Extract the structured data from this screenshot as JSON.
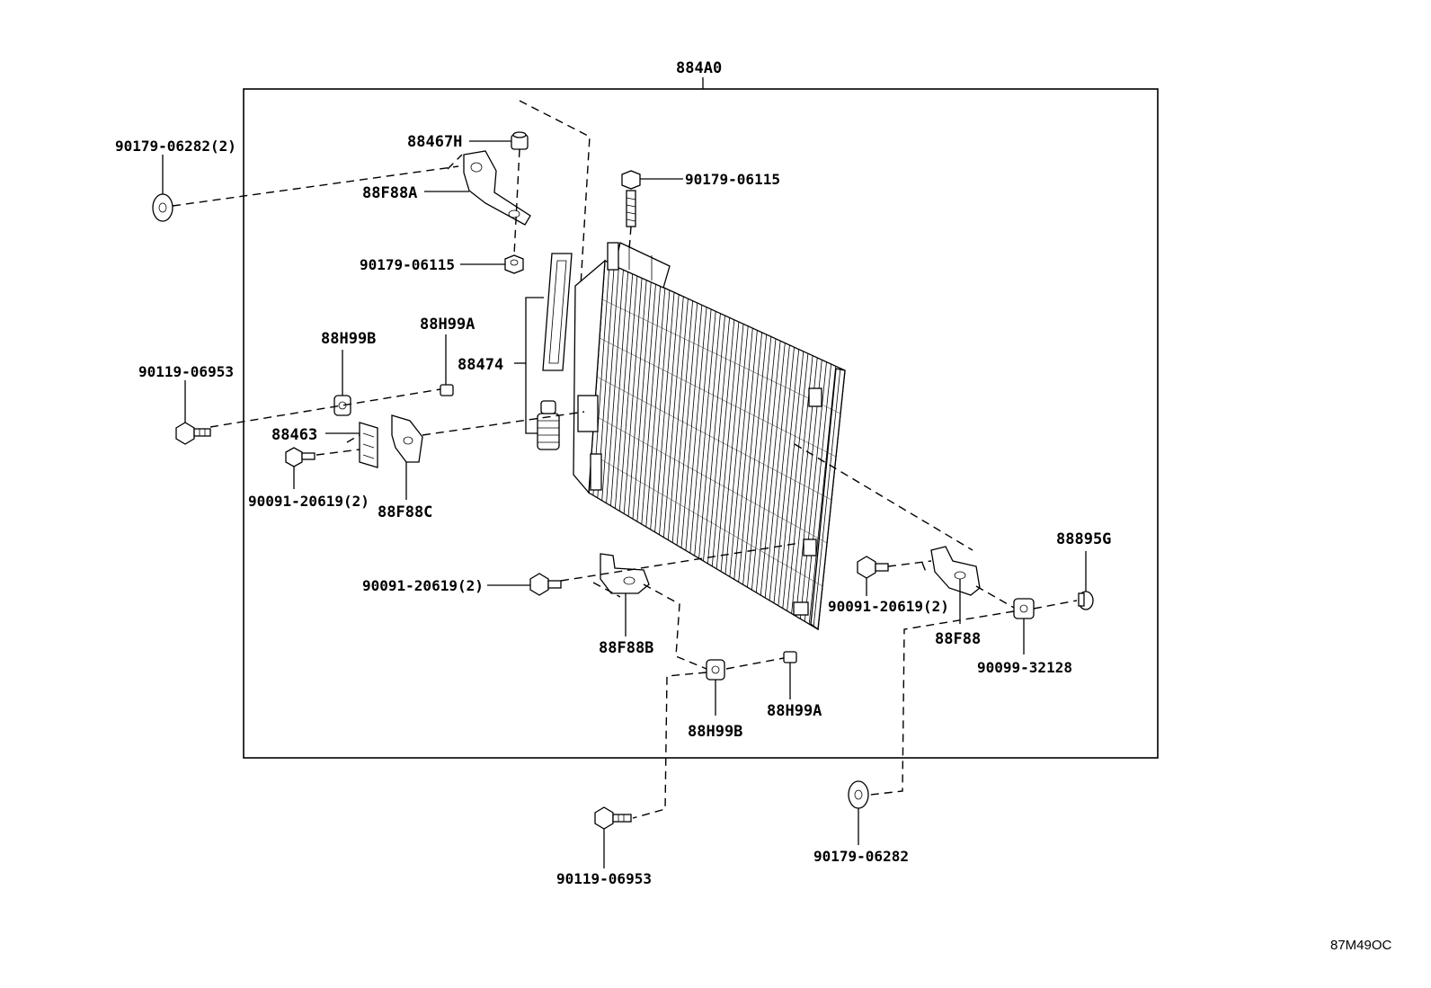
{
  "diagram": {
    "assembly_label": "884A0",
    "figure_code": "87M49OC",
    "labels": {
      "bolt_top_left": "90179-06282(2)",
      "bracket_top": "88467H",
      "bracket_upper": "88F88A",
      "nut_upper_left": "90179-06115",
      "nut_upper_right": "90179-06115",
      "cushion_b_left": "88H99B",
      "collar_a_left": "88H99A",
      "seal_set": "88474",
      "bolt_left": "90119-06953",
      "plate": "88463",
      "bolt_small_left": "90091-20619(2)",
      "bracket_left": "88F88C",
      "bolt_lower_mid": "90091-20619(2)",
      "bracket_lower": "88F88B",
      "bolt_lower_right": "90091-20619(2)",
      "bracket_right": "88F88",
      "grommet_right": "88895G",
      "cushion_right": "90099-32128",
      "cushion_b_lower": "88H99B",
      "collar_a_lower": "88H99A",
      "bolt_bottom": "90119-06953",
      "washer_bottom": "90179-06282"
    }
  }
}
